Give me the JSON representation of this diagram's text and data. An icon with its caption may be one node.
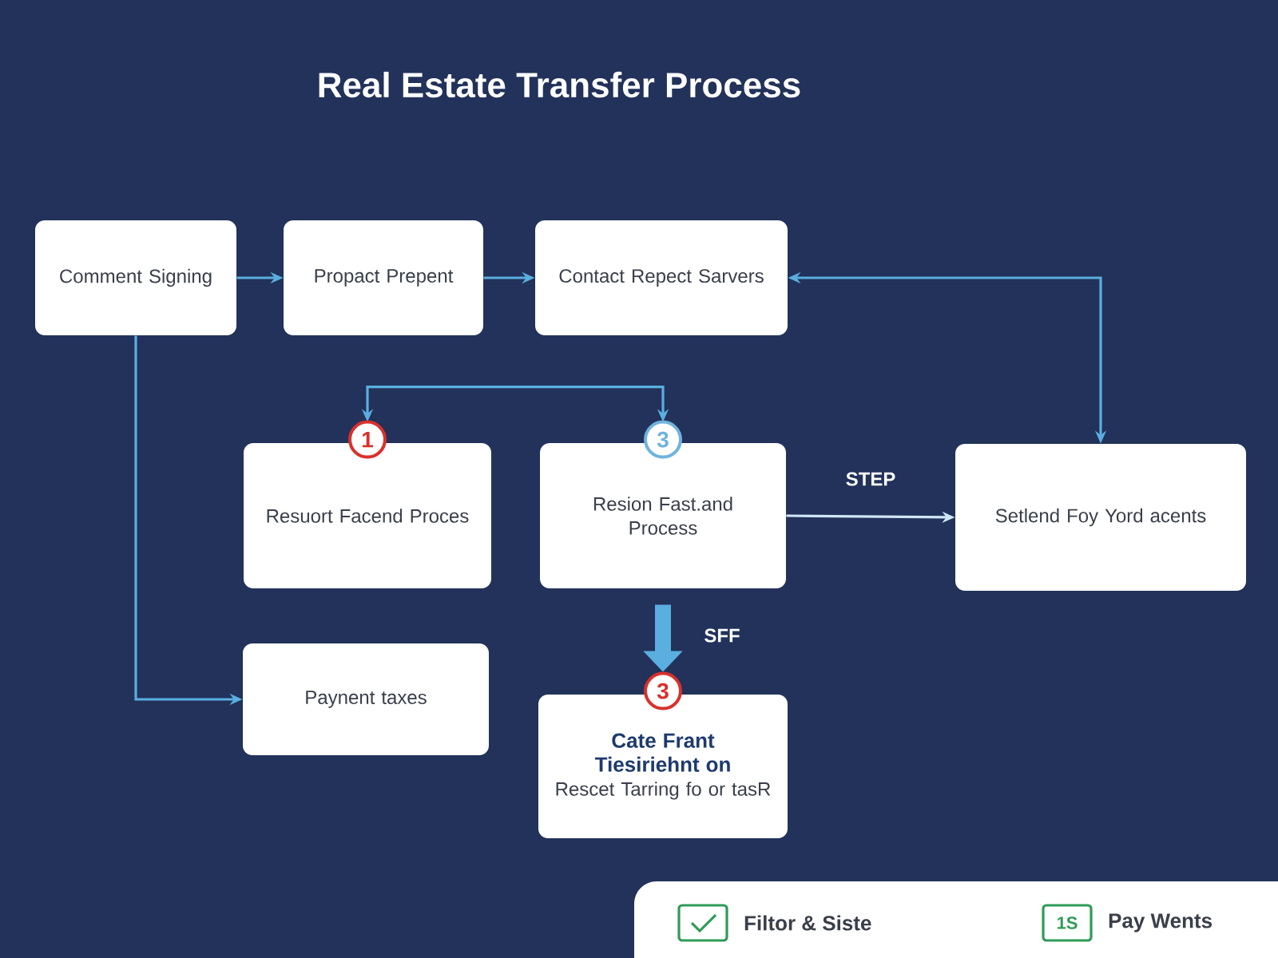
{
  "diagram": {
    "title": "Real Estate Transfer Process",
    "nodes": [
      {
        "text": [
          "Comment Signing"
        ]
      },
      {
        "text": [
          "Propact Prepent"
        ]
      },
      {
        "text": [
          "Contact Repect Sarvers"
        ]
      },
      {
        "text": [
          "Resuort Facend Proces"
        ],
        "beside": [
          "1"
        ]
      },
      {
        "text": [
          "Resion Fast.and Process"
        ],
        "beside": [
          "3"
        ]
      },
      {
        "text": [
          "Setlend Foy Yord acents"
        ]
      },
      {
        "text": [
          "Paynent taxes"
        ]
      },
      {
        "text": [
          "Cate Frant Tiesiriehnt on",
          "Rescet Tarring fo or tasR"
        ],
        "beside": [
          "3"
        ]
      }
    ],
    "edges": [
      {
        "from": 0,
        "to": 1,
        "arrow": "to"
      },
      {
        "from": 1,
        "to": 2,
        "arrow": "to"
      },
      {
        "from": 5,
        "to": 2,
        "arrow": "both"
      },
      {
        "from": 3,
        "to": 4,
        "arrow": "both"
      },
      {
        "from": 0,
        "to": 6,
        "arrow": "to"
      },
      {
        "from": 4,
        "to": 7,
        "arrow": "to",
        "label": "SFF",
        "style": "thick"
      },
      {
        "from": 4,
        "to": 5,
        "arrow": "to",
        "label": "STEP",
        "color": "#cfe6f5"
      }
    ],
    "labels": [
      "1S"
    ],
    "legend": [
      {
        "text": "Filtor & Siste"
      },
      {
        "text": "Pay Wents"
      }
    ]
  }
}
